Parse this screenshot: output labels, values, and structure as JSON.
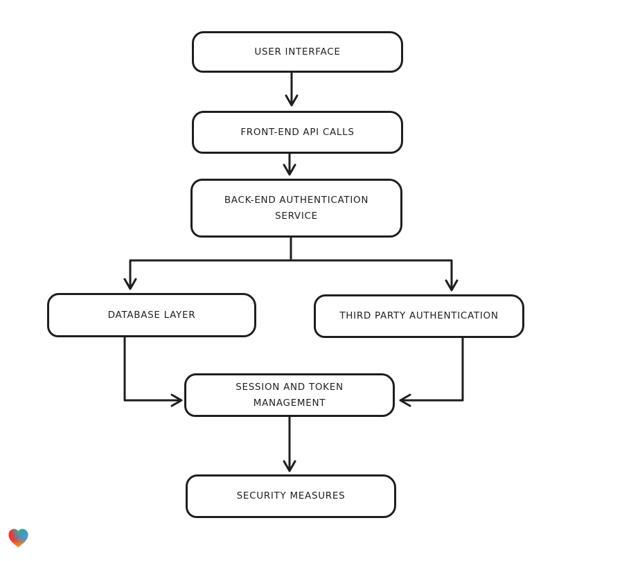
{
  "diagram": {
    "background": "#ffffff",
    "stroke_color": "#1e1e1e",
    "nodes": {
      "user_interface": {
        "label": "USER INTERFACE"
      },
      "front_end_api_calls": {
        "label": "FRONT-END API CALLS"
      },
      "back_end_authentication_service": {
        "label": "BACK-END AUTHENTICATION SERVICE"
      },
      "database_layer": {
        "label": "DATABASE LAYER"
      },
      "third_party_authentication": {
        "label": "THIRD PARTY AUTHENTICATION"
      },
      "session_and_token_management": {
        "label": "SESSION AND TOKEN MANAGEMENT"
      },
      "security_measures": {
        "label": "SECURITY MEASURES"
      }
    },
    "edges": [
      {
        "from": "USER INTERFACE",
        "to": "FRONT-END API CALLS"
      },
      {
        "from": "FRONT-END API CALLS",
        "to": "BACK-END AUTHENTICATION SERVICE"
      },
      {
        "from": "BACK-END AUTHENTICATION SERVICE",
        "to": "DATABASE LAYER"
      },
      {
        "from": "BACK-END AUTHENTICATION SERVICE",
        "to": "THIRD PARTY AUTHENTICATION"
      },
      {
        "from": "DATABASE LAYER",
        "to": "SESSION AND TOKEN MANAGEMENT"
      },
      {
        "from": "THIRD PARTY AUTHENTICATION",
        "to": "SESSION AND TOKEN MANAGEMENT"
      },
      {
        "from": "SESSION AND TOKEN MANAGEMENT",
        "to": "SECURITY MEASURES"
      }
    ],
    "logo": {
      "name": "gradient-heart",
      "colors": [
        "#ec3036",
        "#2f9fe0",
        "#f7941d"
      ]
    }
  }
}
